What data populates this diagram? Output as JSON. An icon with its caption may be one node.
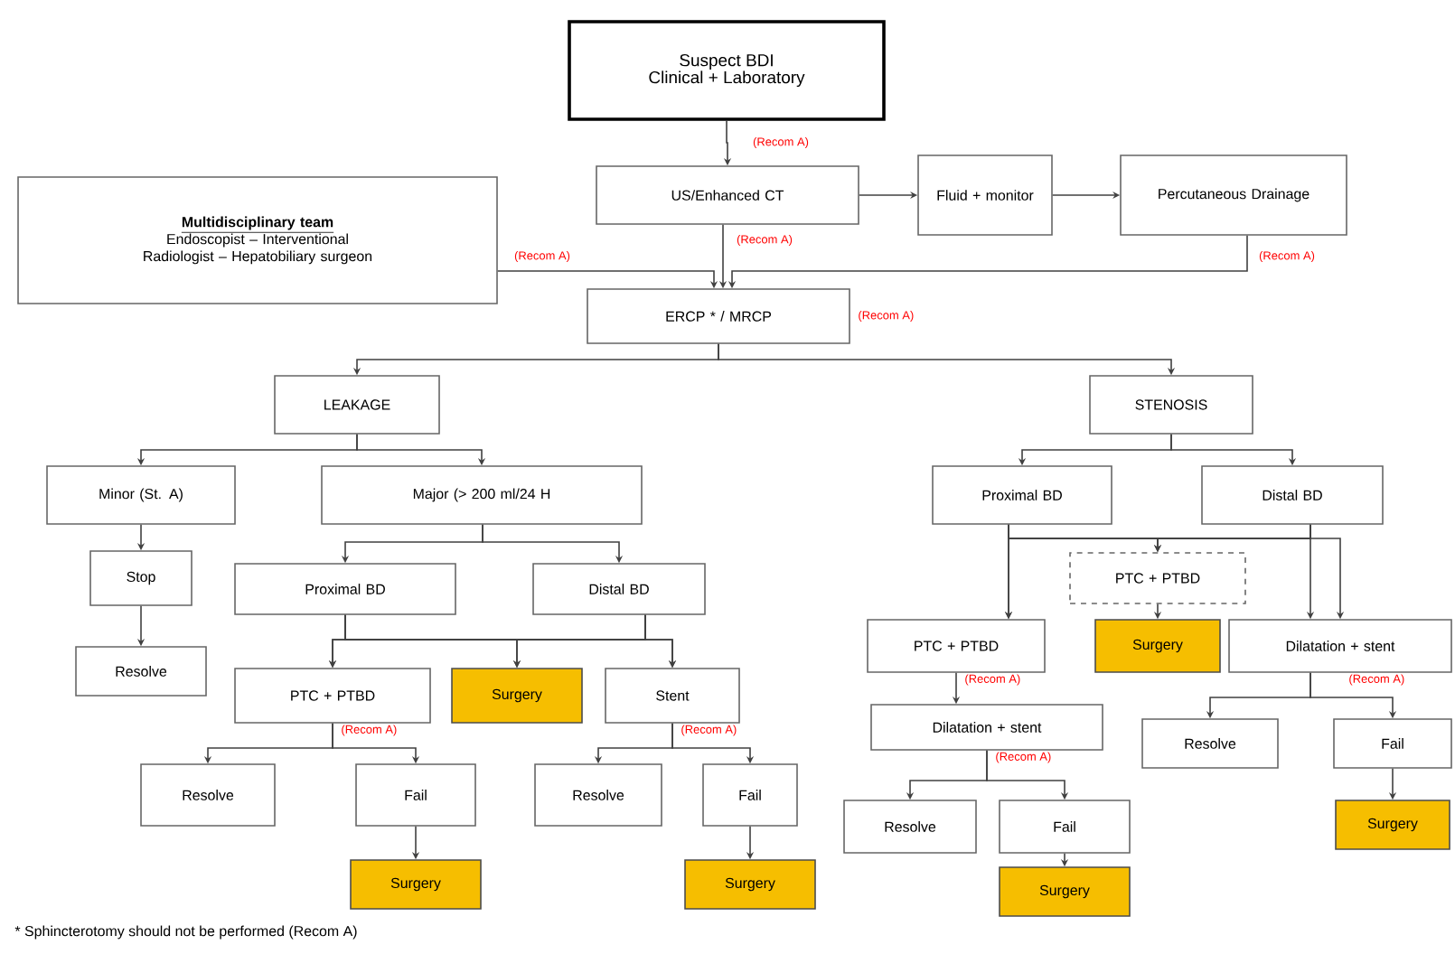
{
  "diagram": {
    "nodes": [
      {
        "text": [
          "Suspect BDI",
          "Clinical + Laboratory"
        ]
      },
      {
        "text": [
          "US/Enhanced CT"
        ]
      },
      {
        "text": [
          "Fluid + monitor"
        ]
      },
      {
        "text": [
          "Percutaneous Drainage"
        ]
      },
      {
        "text": [
          "Multidisciplinary team",
          "Endoscopist – Interventional Radiologist – Hepatobiliary surgeon"
        ]
      },
      {
        "text": [
          "ERCP * / MRCP"
        ],
        "beside": [
          "(Recom A)"
        ]
      },
      {
        "text": [
          "LEAKAGE"
        ]
      },
      {
        "text": [
          "STENOSIS"
        ]
      },
      {
        "text": [
          "Minor (St. A)"
        ]
      },
      {
        "text": [
          "Major (> 200 ml/24 H"
        ]
      },
      {
        "text": [
          "Stop"
        ]
      },
      {
        "text": [
          "Resolve"
        ]
      },
      {
        "text": [
          "Proximal BD"
        ]
      },
      {
        "text": [
          "Distal BD"
        ]
      },
      {
        "text": [
          "PTC + PTBD"
        ],
        "beside": [
          "(Recom A)"
        ]
      },
      {
        "text": [
          "Surgery"
        ]
      },
      {
        "text": [
          "Stent"
        ],
        "beside": [
          "(Recom A)"
        ]
      },
      {
        "text": [
          "Resolve"
        ]
      },
      {
        "text": [
          "Fail"
        ]
      },
      {
        "text": [
          "Resolve"
        ]
      },
      {
        "text": [
          "Fail"
        ]
      },
      {
        "text": [
          "Surgery"
        ]
      },
      {
        "text": [
          "Surgery"
        ]
      },
      {
        "text": [
          "Proximal BD"
        ]
      },
      {
        "text": [
          "Distal BD"
        ]
      },
      {
        "text": [
          "PTC + PTBD"
        ]
      },
      {
        "text": [
          "PTC + PTBD"
        ],
        "beside": [
          "(Recom A)"
        ]
      },
      {
        "text": [
          "Surgery"
        ]
      },
      {
        "text": [
          "Dilatation + stent"
        ],
        "beside": [
          "(Recom A)"
        ]
      },
      {
        "text": [
          "Dilatation + stent"
        ],
        "beside": [
          "(Recom A)"
        ]
      },
      {
        "text": [
          "Resolve"
        ]
      },
      {
        "text": [
          "Fail"
        ]
      },
      {
        "text": [
          "Surgery"
        ]
      },
      {
        "text": [
          "Resolve"
        ]
      },
      {
        "text": [
          "Fail"
        ]
      },
      {
        "text": [
          "Surgery"
        ]
      }
    ],
    "edges": [
      {
        "from": 0,
        "to": 1,
        "arrow": "to",
        "label": "(Recom A)"
      },
      {
        "from": 1,
        "to": 2,
        "arrow": "to"
      },
      {
        "from": 2,
        "to": 3,
        "arrow": "to"
      },
      {
        "from": 3,
        "to": 5,
        "arrow": "to",
        "label": "(Recom A)"
      },
      {
        "from": 4,
        "to": 5,
        "arrow": "to",
        "label": "(Recom A)"
      },
      {
        "from": 1,
        "to": 5,
        "arrow": "to",
        "label": "(Recom A)"
      },
      {
        "from": 5,
        "to": 6,
        "arrow": "to"
      },
      {
        "from": 5,
        "to": 7,
        "arrow": "to"
      },
      {
        "from": 6,
        "to": 8,
        "arrow": "to"
      },
      {
        "from": 6,
        "to": 9,
        "arrow": "to"
      },
      {
        "from": 8,
        "to": 10,
        "arrow": "to"
      },
      {
        "from": 10,
        "to": 11,
        "arrow": "to"
      },
      {
        "from": 9,
        "to": 12,
        "arrow": "to"
      },
      {
        "from": 9,
        "to": 13,
        "arrow": "to"
      },
      {
        "from": 12,
        "to": 14,
        "arrow": "to"
      },
      {
        "from": 12,
        "to": 15,
        "arrow": "to"
      },
      {
        "from": 12,
        "to": 16,
        "arrow": "to"
      },
      {
        "from": 13,
        "to": 14,
        "arrow": "to"
      },
      {
        "from": 13,
        "to": 15,
        "arrow": "to"
      },
      {
        "from": 13,
        "to": 16,
        "arrow": "to"
      },
      {
        "from": 14,
        "to": 17,
        "arrow": "to"
      },
      {
        "from": 14,
        "to": 18,
        "arrow": "to"
      },
      {
        "from": 18,
        "to": 21,
        "arrow": "to"
      },
      {
        "from": 16,
        "to": 19,
        "arrow": "to"
      },
      {
        "from": 16,
        "to": 20,
        "arrow": "to"
      },
      {
        "from": 20,
        "to": 22,
        "arrow": "to"
      },
      {
        "from": 7,
        "to": 23,
        "arrow": "to"
      },
      {
        "from": 7,
        "to": 24,
        "arrow": "to"
      },
      {
        "from": 23,
        "to": 26,
        "arrow": "to"
      },
      {
        "from": 23,
        "to": 25,
        "arrow": "to"
      },
      {
        "from": 23,
        "to": 28,
        "arrow": "to"
      },
      {
        "from": 24,
        "to": 26,
        "arrow": "to"
      },
      {
        "from": 24,
        "to": 25,
        "arrow": "to"
      },
      {
        "from": 24,
        "to": 28,
        "arrow": "to"
      },
      {
        "from": 25,
        "to": 27,
        "arrow": "to"
      },
      {
        "from": 26,
        "to": 29,
        "arrow": "to"
      },
      {
        "from": 29,
        "to": 33,
        "arrow": "to"
      },
      {
        "from": 29,
        "to": 34,
        "arrow": "to"
      },
      {
        "from": 34,
        "to": 35,
        "arrow": "to"
      },
      {
        "from": 28,
        "to": 30,
        "arrow": "to"
      },
      {
        "from": 28,
        "to": 31,
        "arrow": "to"
      },
      {
        "from": 31,
        "to": 32,
        "arrow": "to"
      }
    ],
    "labels": [
      "* Sphincterotomy should not be performed (Recom A)"
    ]
  }
}
